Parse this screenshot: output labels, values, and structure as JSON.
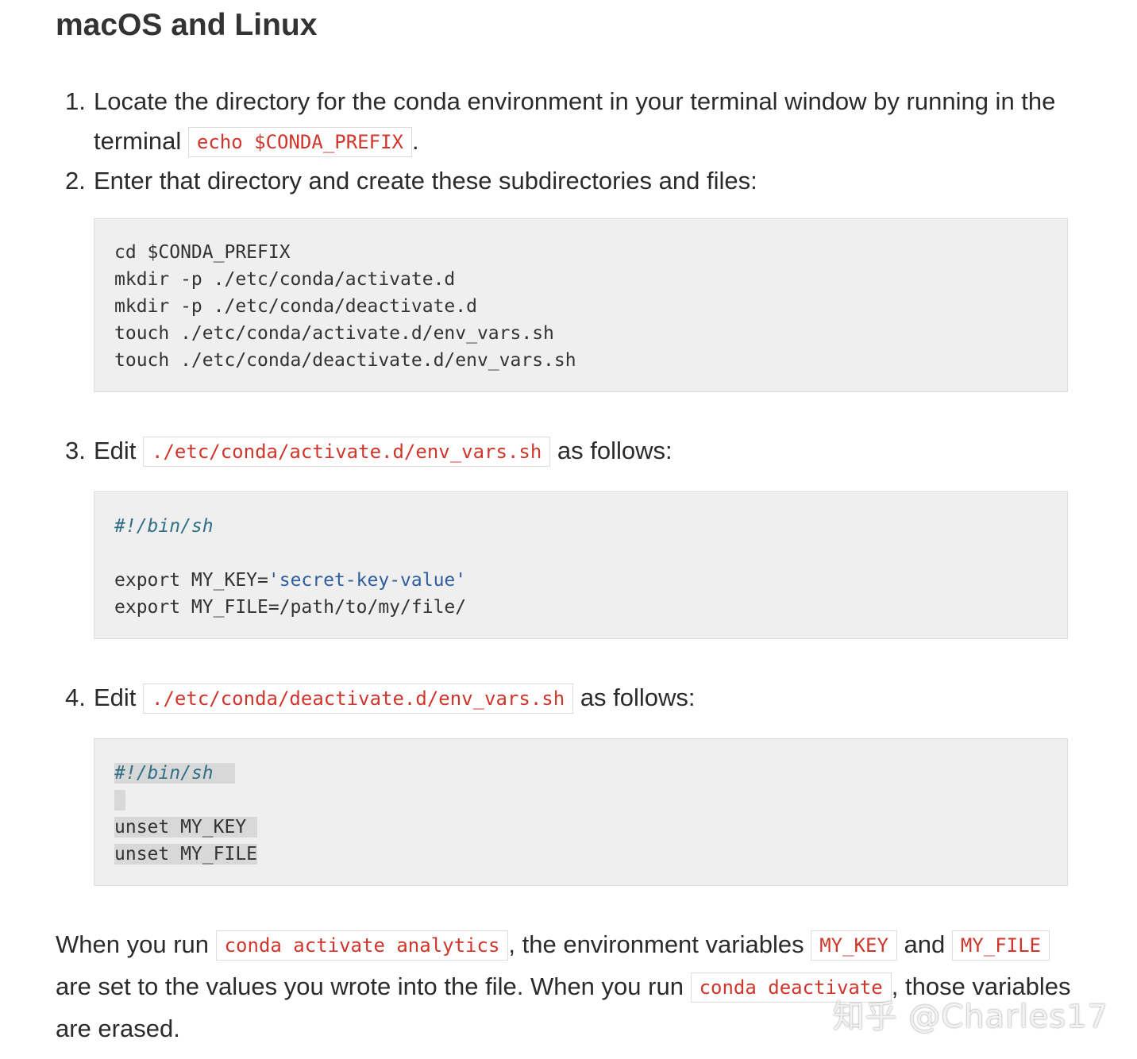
{
  "heading": "macOS and Linux",
  "steps": [
    {
      "num": "1.",
      "text_before": "Locate the directory for the conda environment in your terminal window by running in the terminal ",
      "code": "echo $CONDA_PREFIX",
      "text_after": "."
    },
    {
      "num": "2.",
      "text": "Enter that directory and create these subdirectories and files:"
    },
    {
      "num": "3.",
      "text_before": "Edit ",
      "code": "./etc/conda/activate.d/env_vars.sh",
      "text_after": " as follows:"
    },
    {
      "num": "4.",
      "text_before": "Edit ",
      "code": "./etc/conda/deactivate.d/env_vars.sh",
      "text_after": " as follows:"
    }
  ],
  "code_blocks": {
    "setup": [
      "cd $CONDA_PREFIX",
      "mkdir -p ./etc/conda/activate.d",
      "mkdir -p ./etc/conda/deactivate.d",
      "touch ./etc/conda/activate.d/env_vars.sh",
      "touch ./etc/conda/deactivate.d/env_vars.sh"
    ],
    "activate": {
      "shebang": "#!/bin/sh",
      "line1_prefix": "export MY_KEY=",
      "line1_string": "'secret-key-value'",
      "line2": "export MY_FILE=/path/to/my/file/"
    },
    "deactivate": {
      "shebang": "#!/bin/sh",
      "line1": "unset MY_KEY",
      "line2": "unset MY_FILE"
    }
  },
  "paragraph": {
    "t1": "When you run ",
    "c1": "conda activate analytics",
    "t2": ", the environment variables ",
    "c2": "MY_KEY",
    "t3": " and ",
    "c3": "MY_FILE",
    "t4": " are set to the values you wrote into the file. When you run ",
    "c4": "conda deactivate",
    "t5": ", those variables are erased."
  },
  "watermark": "知乎 @Charles17",
  "colors": {
    "inline_code": "#d0352b",
    "comment": "#2f6f87",
    "string": "#2f5e9e",
    "code_bg": "#efefef"
  }
}
